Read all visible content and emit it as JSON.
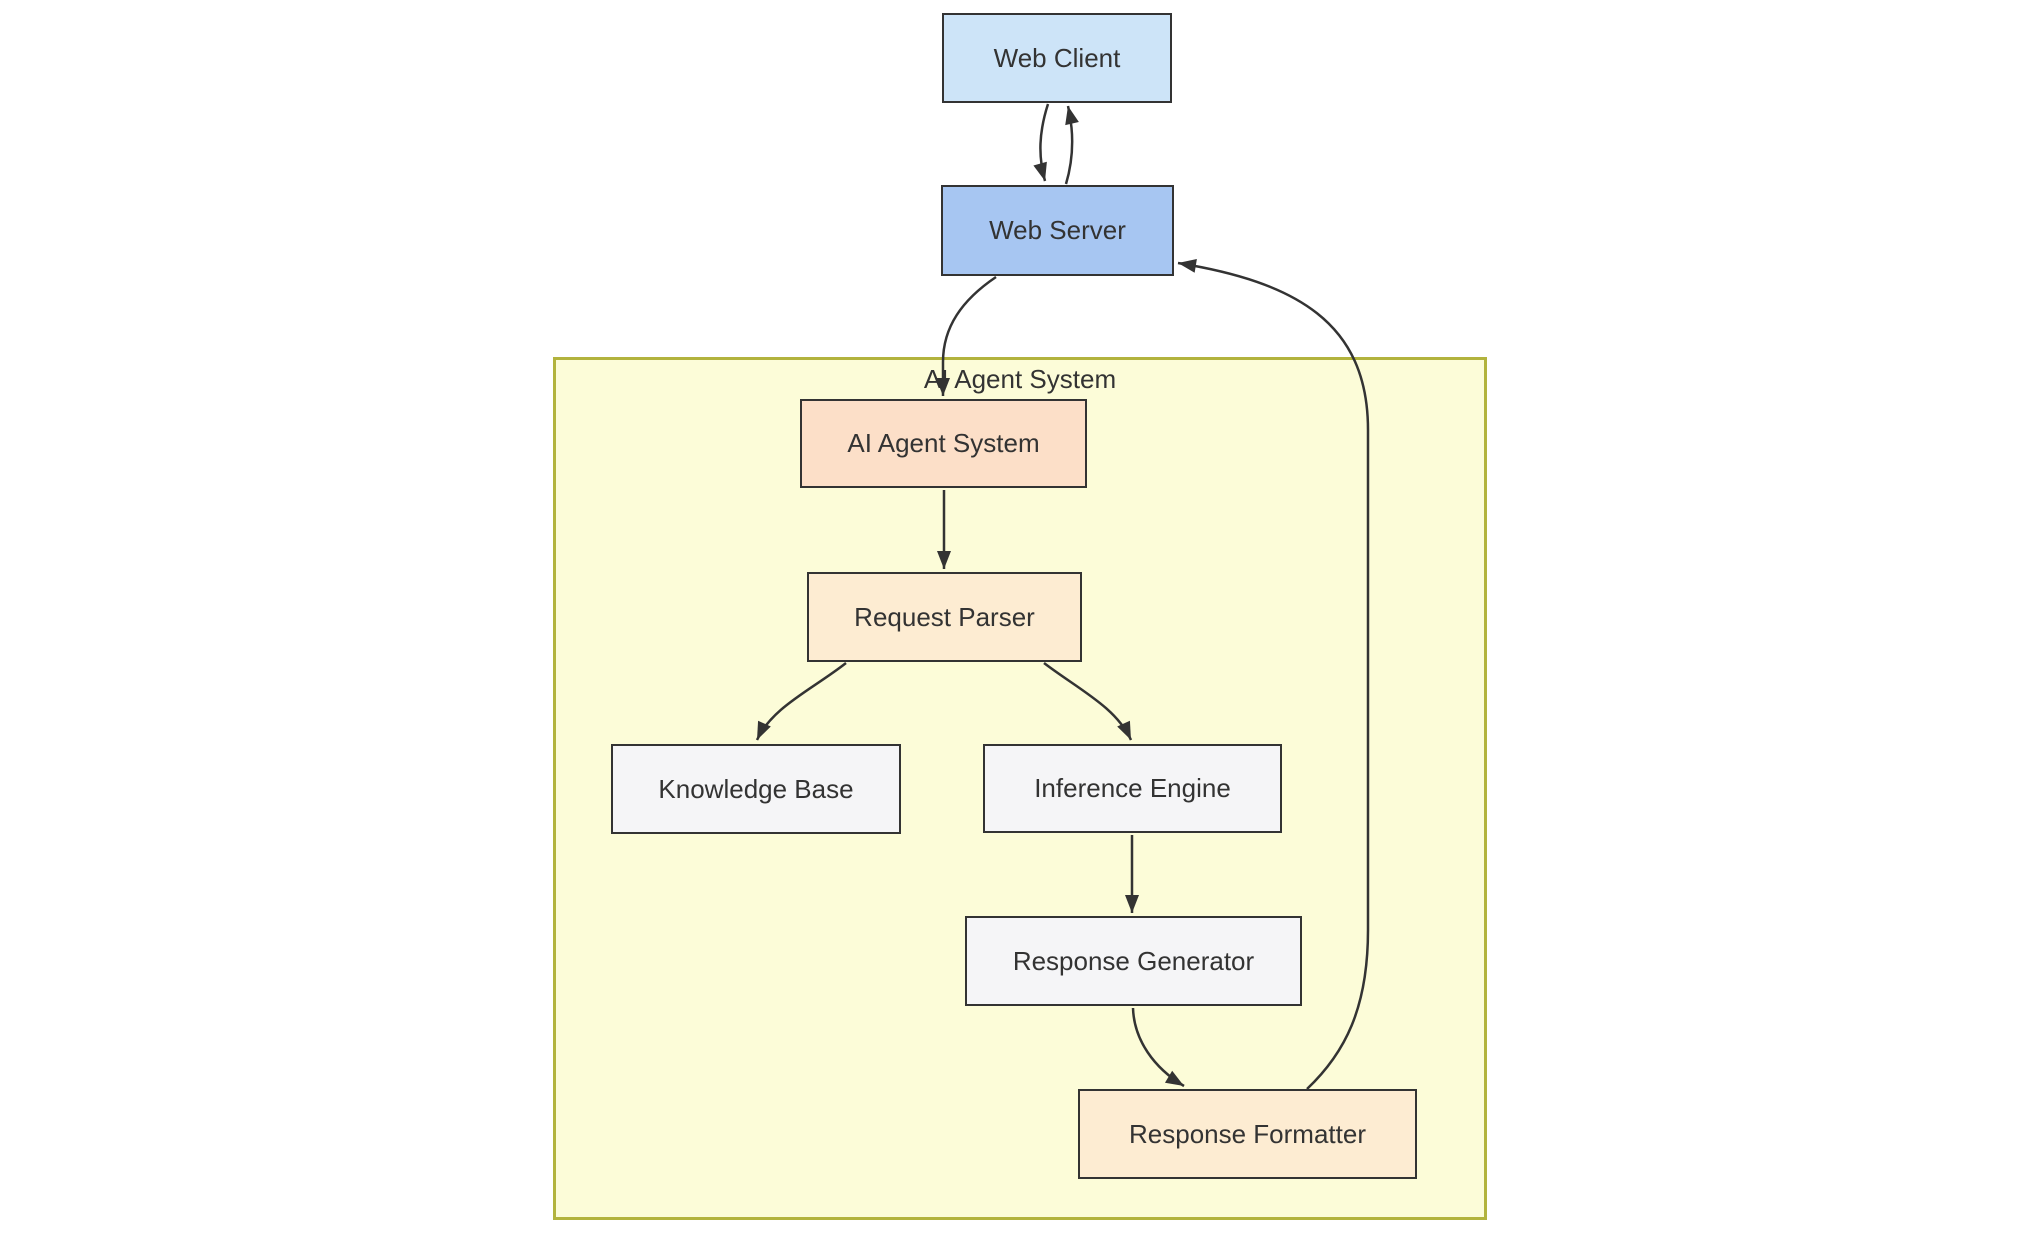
{
  "diagram": {
    "type": "flowchart",
    "subgraph": {
      "label": "AI Agent System"
    },
    "nodes": {
      "web_client": {
        "label": "Web Client"
      },
      "web_server": {
        "label": "Web Server"
      },
      "ai_agent": {
        "label": "AI Agent System"
      },
      "request_parser": {
        "label": "Request Parser"
      },
      "knowledge_base": {
        "label": "Knowledge Base"
      },
      "inference_engine": {
        "label": "Inference Engine"
      },
      "response_generator": {
        "label": "Response Generator"
      },
      "response_formatter": {
        "label": "Response Formatter"
      }
    },
    "edges": [
      {
        "from": "Web Client",
        "to": "Web Server"
      },
      {
        "from": "Web Server",
        "to": "Web Client"
      },
      {
        "from": "Web Server",
        "to": "AI Agent System"
      },
      {
        "from": "AI Agent System",
        "to": "Request Parser"
      },
      {
        "from": "Request Parser",
        "to": "Knowledge Base"
      },
      {
        "from": "Request Parser",
        "to": "Inference Engine"
      },
      {
        "from": "Inference Engine",
        "to": "Response Generator"
      },
      {
        "from": "Response Generator",
        "to": "Response Formatter"
      },
      {
        "from": "Response Formatter",
        "to": "Web Server"
      }
    ],
    "colors": {
      "web_client_fill": "#cde4f8",
      "web_server_fill": "#a7c6f2",
      "agent_fill": "#fcdfc8",
      "cream_fill": "#fdecd2",
      "gray_fill": "#f5f5f7",
      "subgraph_fill": "#fcfcd8",
      "subgraph_border": "#b2b33d",
      "node_border": "#333333",
      "edge": "#333333",
      "text": "#333333"
    }
  }
}
